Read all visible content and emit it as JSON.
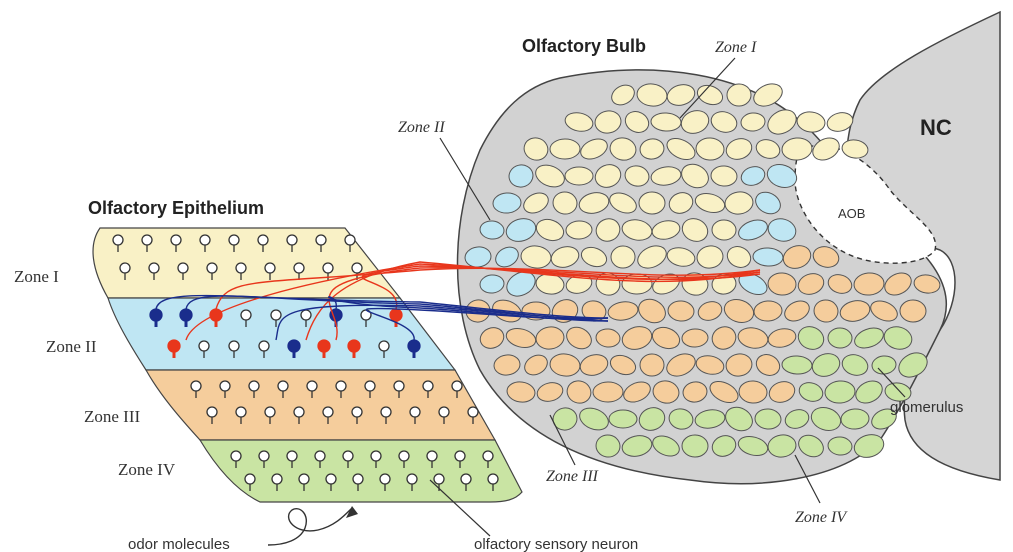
{
  "titles": {
    "epithelium": "Olfactory Epithelium",
    "bulb": "Olfactory Bulb"
  },
  "epithelium_zones": [
    "Zone I",
    "Zone II",
    "Zone III",
    "Zone IV"
  ],
  "bulb_zones": {
    "zone1": "Zone I",
    "zone2": "Zone II",
    "zone3": "Zone III",
    "zone4": "Zone IV"
  },
  "labels": {
    "nc": "NC",
    "aob": "AOB",
    "glomerulus": "glomerulus",
    "odor": "odor molecules",
    "osn": "olfactory sensory neuron"
  },
  "colors": {
    "zone1": "#f9f1c6",
    "zone2": "#bfe6f3",
    "zone3": "#f5cd9c",
    "zone4": "#c9e4a3",
    "nc": "#d5d5d5",
    "bulb_bg": "#d2d2d2",
    "red_axon": "#e8361c",
    "blue_axon": "#1a2d8c"
  }
}
